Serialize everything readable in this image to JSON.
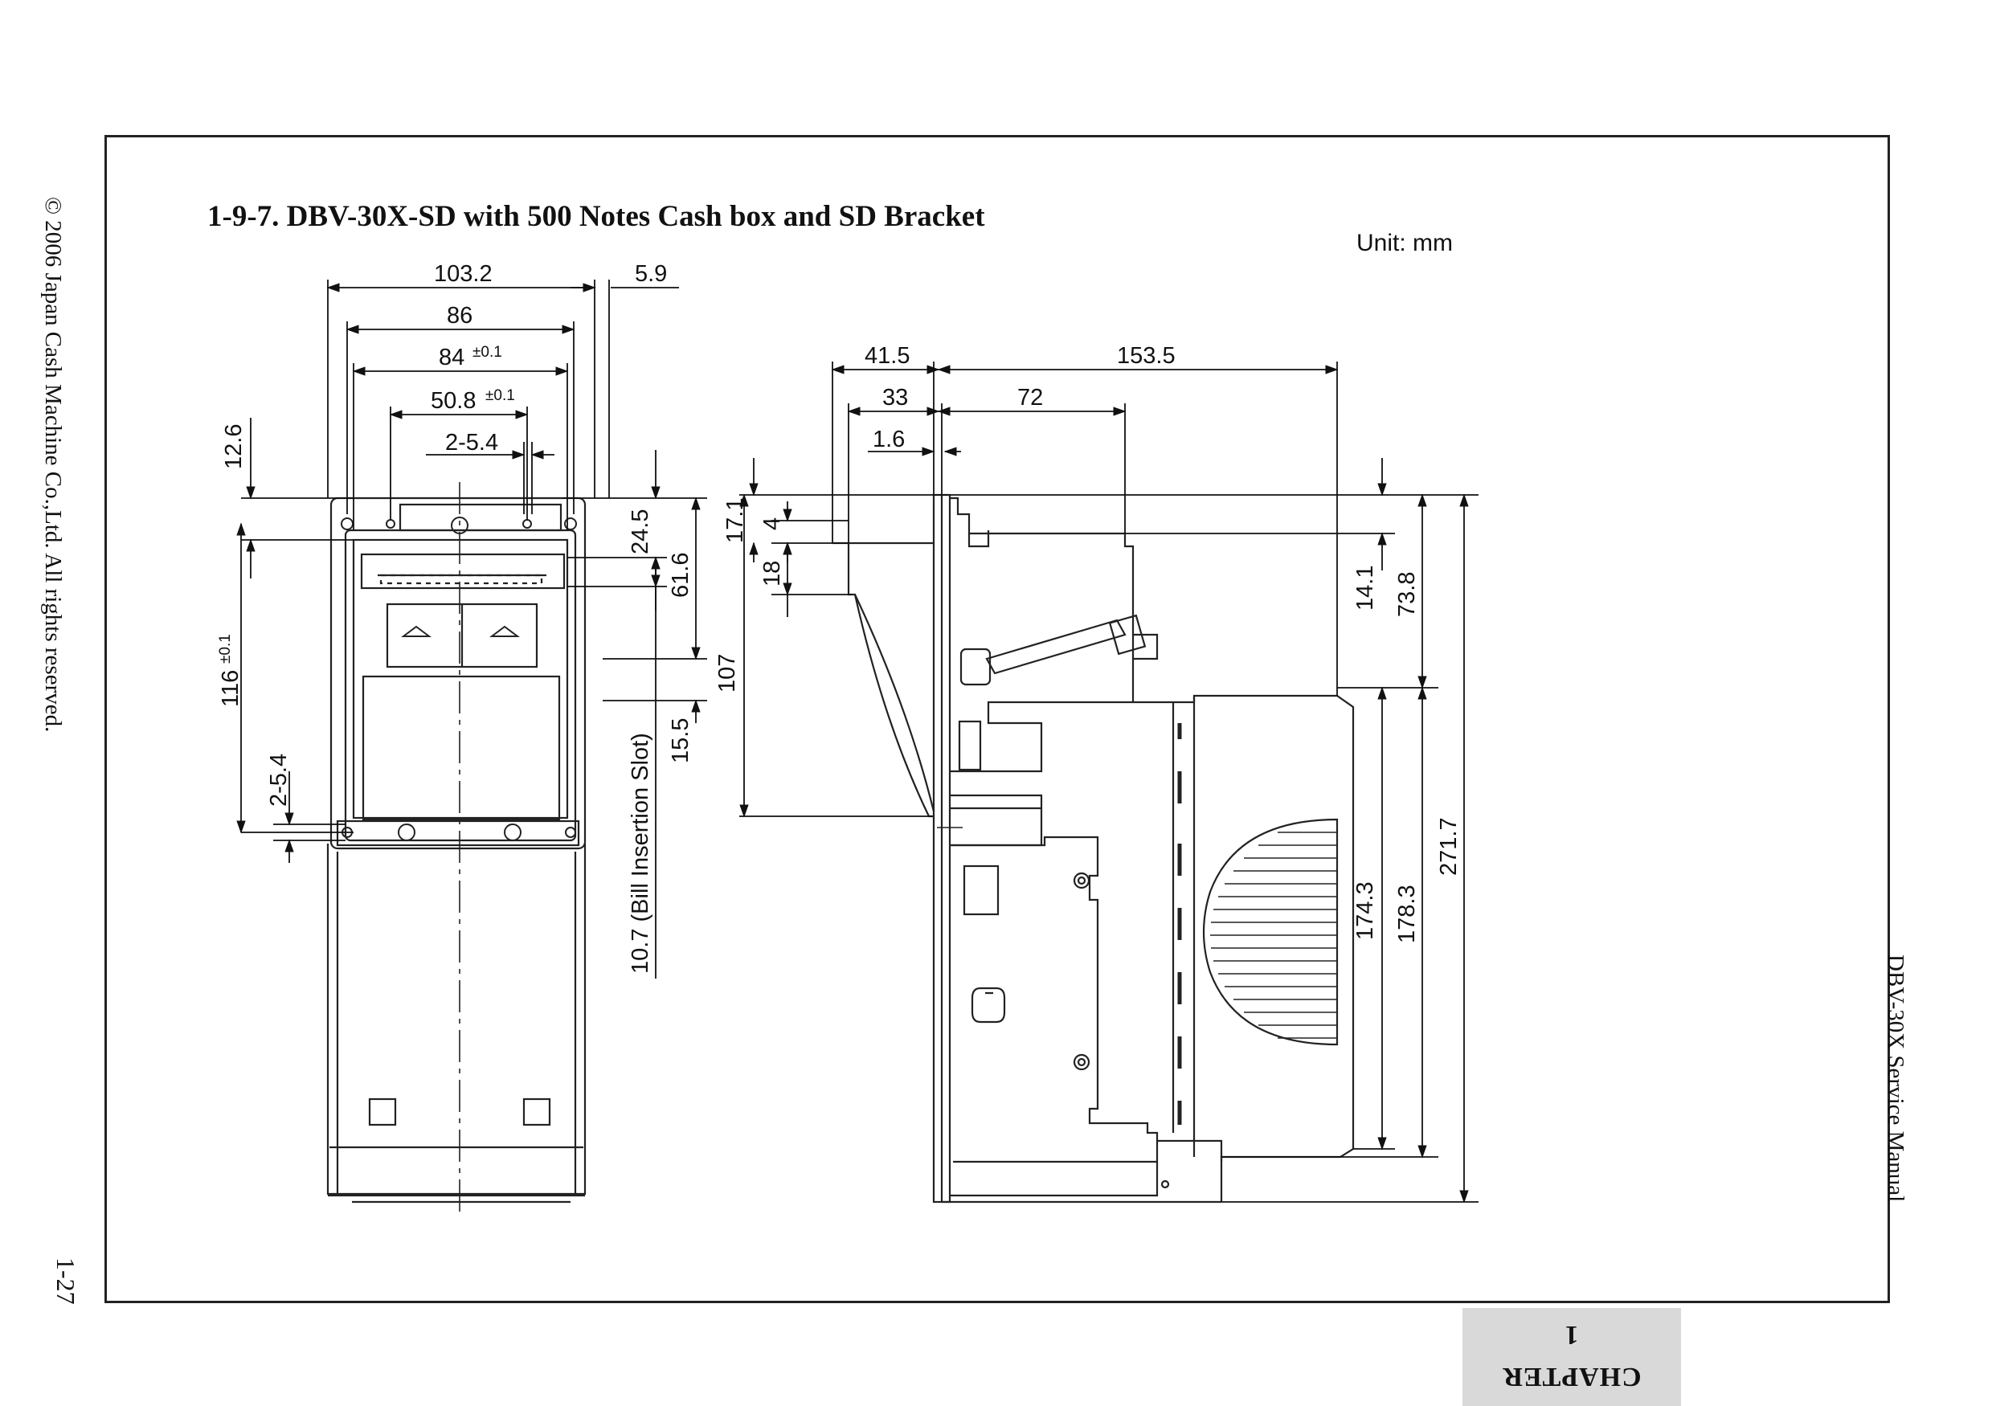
{
  "page": {
    "title": "1-9-7. DBV-30X-SD with 500 Notes Cash box and SD Bracket",
    "unit": "Unit: mm",
    "copyright": "© 2006 Japan Cash Machine Co.,Ltd. All rights reserved.",
    "page_number": "1-27",
    "manual_name": "DBV-30X Service Manual",
    "chapter_label": "CHAPTER",
    "chapter_number": "1"
  },
  "front_view": {
    "dimensions": {
      "width_overall": "103.2",
      "bracket_offset": "5.9",
      "width_86": "86",
      "width_84": "84",
      "width_84_tol": "±0.1",
      "hole_pitch": "50.8",
      "hole_pitch_tol": "±0.1",
      "hole_size_top": "2-5.4",
      "top_margin": "12.6",
      "hole_vertical": "116",
      "hole_vertical_tol": "±0.1",
      "hole_size_bottom": "2-5.4",
      "slot_24_5": "24.5",
      "slot_61_6": "61.6",
      "slot_15_5": "15.5",
      "bill_slot": "10.7 (Bill Insertion Slot)"
    }
  },
  "side_view": {
    "dimensions": {
      "front_depth": "41.5",
      "rear_depth": "153.5",
      "depth_33": "33",
      "depth_72": "72",
      "depth_1_6": "1.6",
      "height_17_1": "17.1",
      "height_4": "4",
      "height_18": "18",
      "height_107": "107",
      "height_14_1": "14.1",
      "height_73_8": "73.8",
      "height_174_3": "174.3",
      "height_178_3": "178.3",
      "height_271_7": "271.7"
    }
  }
}
